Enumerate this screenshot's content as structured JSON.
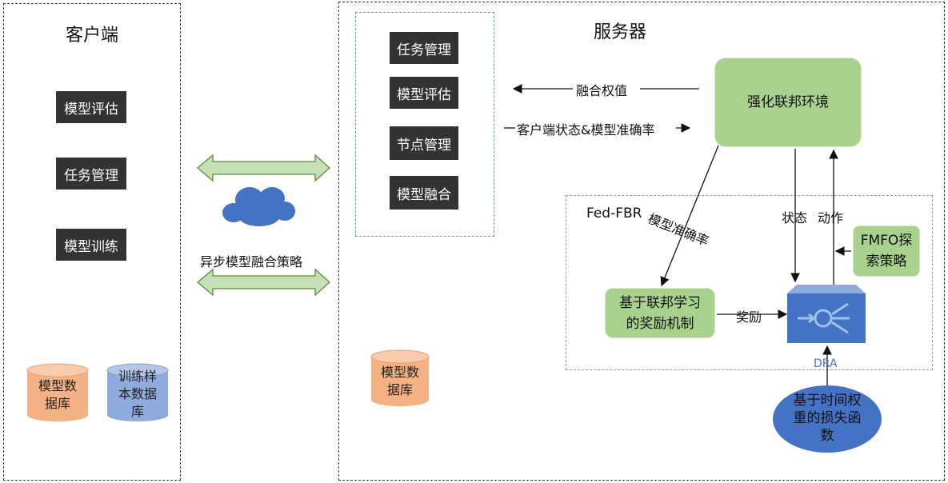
{
  "client": {
    "title": "客户端",
    "modules": [
      "模型评估",
      "任务管理",
      "模型训练"
    ],
    "databases": [
      {
        "label": "模型数\n据库",
        "color": "#f4b183"
      },
      {
        "label": "训练样\n本数据\n库",
        "color": "#8faadc"
      }
    ]
  },
  "link": {
    "strategy_label": "异步模型融合策略"
  },
  "server": {
    "title": "服务器",
    "modules": [
      "任务管理",
      "模型评估",
      "节点管理",
      "模型融合"
    ],
    "database": {
      "label": "模型数\n据库",
      "color": "#f4b183"
    },
    "fusion_weight_label": "融合权值",
    "client_state_label": "客户端状态&模型准确率",
    "rl_env": "强化联邦环境",
    "fedfbr_label": "Fed-FBR",
    "model_acc_label": "模型准确率",
    "state_label": "状态",
    "action_label": "动作",
    "fmfo": "FMFO探\n索策略",
    "reward_mech": "基于联邦学习\n的奖励机制",
    "reward_label": "奖励",
    "dra_label": "DRA",
    "loss_fn": "基于时间权\n重的损失函\n数"
  },
  "colors": {
    "dark_box": "#333333",
    "green_box": "#a9d18e",
    "arrow_green": "#c5e0b4",
    "cloud": "#4472c4",
    "dra": "#4472c4",
    "loss_ellipse": "#4472c4"
  }
}
